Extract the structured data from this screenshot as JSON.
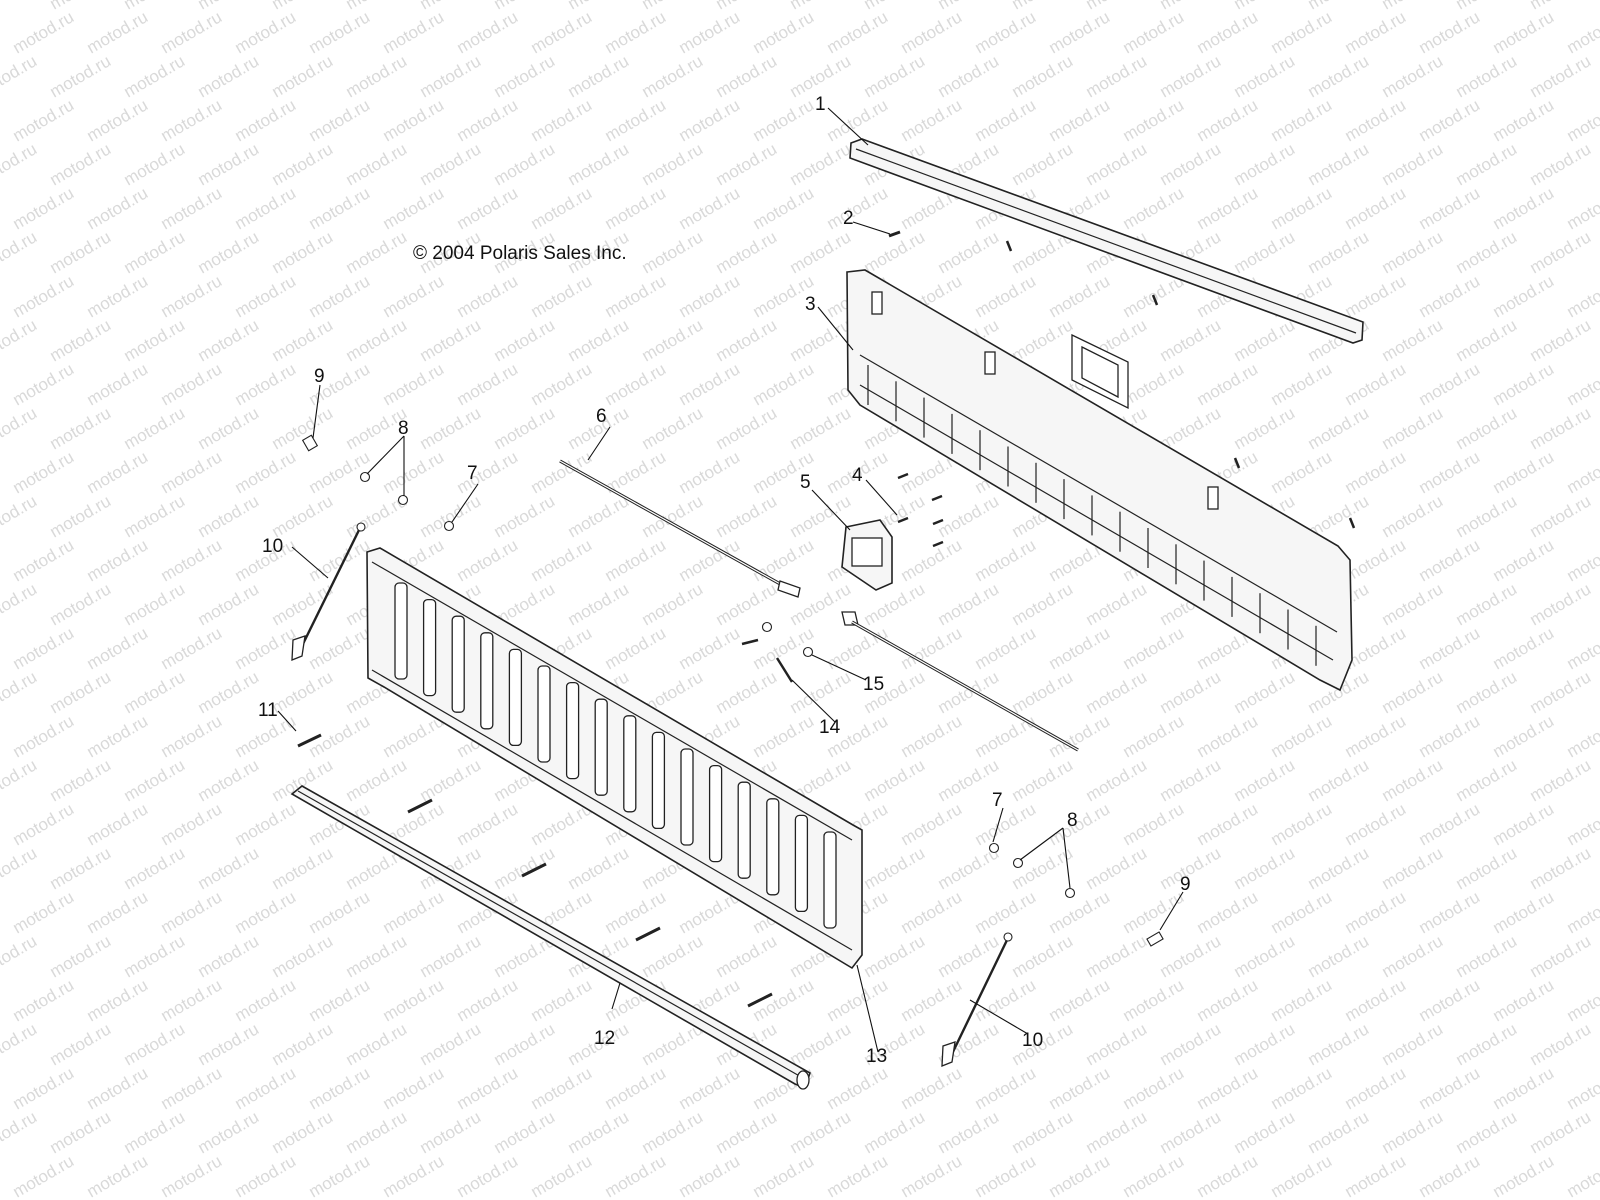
{
  "copyright": "© 2004 Polaris Sales Inc.",
  "watermark": "motod.ru",
  "callouts": [
    {
      "id": "c1",
      "text": "1"
    },
    {
      "id": "c2",
      "text": "2"
    },
    {
      "id": "c3",
      "text": "3"
    },
    {
      "id": "c4",
      "text": "4"
    },
    {
      "id": "c5",
      "text": "5"
    },
    {
      "id": "c6",
      "text": "6"
    },
    {
      "id": "c7a",
      "text": "7"
    },
    {
      "id": "c7b",
      "text": "7"
    },
    {
      "id": "c8a",
      "text": "8"
    },
    {
      "id": "c8b",
      "text": "8"
    },
    {
      "id": "c9a",
      "text": "9"
    },
    {
      "id": "c9b",
      "text": "9"
    },
    {
      "id": "c10a",
      "text": "10"
    },
    {
      "id": "c10b",
      "text": "10"
    },
    {
      "id": "c11",
      "text": "11"
    },
    {
      "id": "c12",
      "text": "12"
    },
    {
      "id": "c13",
      "text": "13"
    },
    {
      "id": "c14",
      "text": "14"
    },
    {
      "id": "c15",
      "text": "15"
    }
  ]
}
